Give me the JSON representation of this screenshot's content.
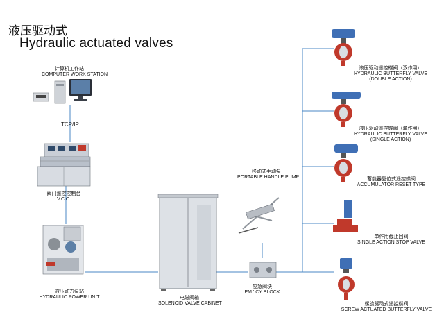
{
  "title": {
    "cn": "液压驱动式",
    "en": "Hydraulic actuated valves"
  },
  "nodes": {
    "computer": {
      "cn": "计算机工作站",
      "en": "COMPUTER WORK STATION"
    },
    "link": {
      "label": "TCP/IP"
    },
    "vcc": {
      "cn": "阀门遥控控制台",
      "en": "V.C.C."
    },
    "power_unit": {
      "cn": "液压动力泵站",
      "en": "HYDRAULIC POWER UNIT"
    },
    "solenoid": {
      "cn": "电磁阀箱",
      "en": "SOLENOID VALVE CABINET"
    },
    "pump": {
      "cn": "移动式手动泵",
      "en": "PORTABLE HANDLE PUMP"
    },
    "em_block": {
      "cn": "应急阀块",
      "en": "EM ' CY BLOCK"
    }
  },
  "valves": [
    {
      "cn": "液压驱动遥控蝶阀（双作用）",
      "en": "HYDRAULIC BUTTERFLY VALVE",
      "en2": "(DOUBLE ACTION)"
    },
    {
      "cn": "液压驱动遥控蝶阀（单作用）",
      "en": "HYDRAULIC BUTTERFLY VALVE",
      "en2": "(SINGLE ACTION)"
    },
    {
      "cn": "蓄能器复位式遥控蝶阀",
      "en": "ACCUMULATOR RESET TYPE",
      "en2": ""
    },
    {
      "cn": "单作用截止回阀",
      "en": "SINGLE ACTION STOP VALVE",
      "en2": ""
    },
    {
      "cn": "螺旋驱动式遥控蝶阀",
      "en": "SCREW ACTUATED BUTTERFLY VALVE",
      "en2": ""
    }
  ]
}
